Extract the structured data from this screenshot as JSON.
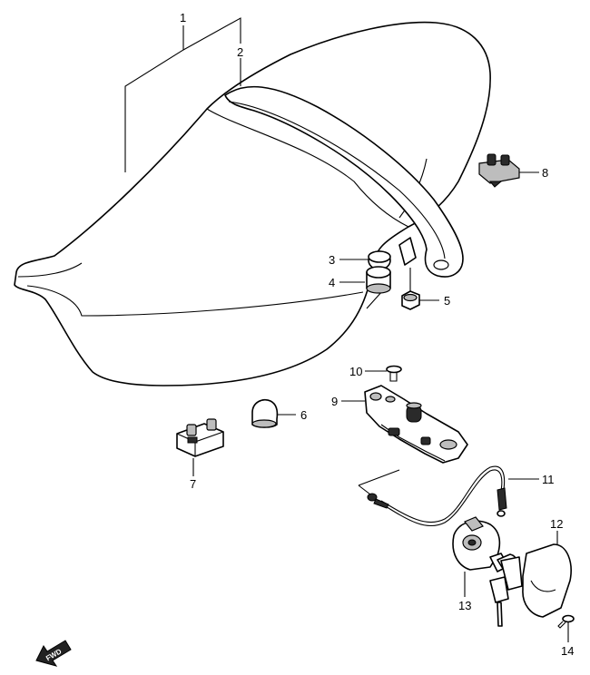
{
  "callouts": {
    "n1": "1",
    "n2": "2",
    "n3": "3",
    "n4": "4",
    "n5": "5",
    "n6": "6",
    "n7": "7",
    "n8": "8",
    "n9": "9",
    "n10": "10",
    "n11": "11",
    "n12": "12",
    "n13": "13",
    "n14": "14"
  },
  "direction": {
    "label": "FWD"
  }
}
